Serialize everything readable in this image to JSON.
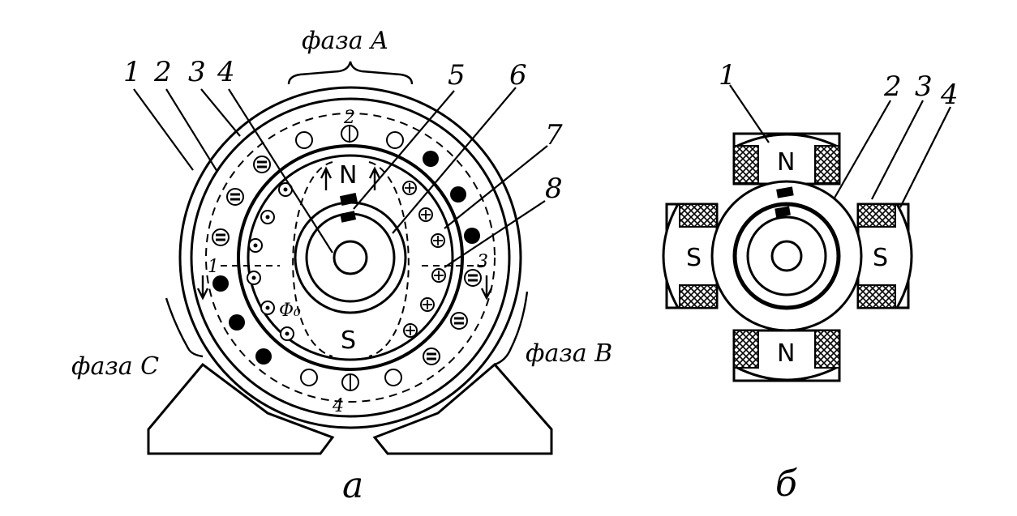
{
  "figure_a": {
    "caption": "а",
    "phase_labels": {
      "a": "фаза A",
      "b": "фаза B",
      "c": "фаза C"
    },
    "part_numbers": [
      "1",
      "2",
      "3",
      "4",
      "5",
      "6",
      "7",
      "8"
    ],
    "inner_marks": {
      "top": "2",
      "left": "1",
      "right": "3",
      "bottom": "4"
    },
    "pole_labels": {
      "north": "N",
      "south": "S"
    },
    "flux_label": "Φ₀"
  },
  "figure_b": {
    "caption": "б",
    "part_numbers": [
      "1",
      "2",
      "3",
      "4"
    ],
    "pole_labels": {
      "top": "N",
      "bottom": "N",
      "left": "S",
      "right": "S"
    }
  }
}
